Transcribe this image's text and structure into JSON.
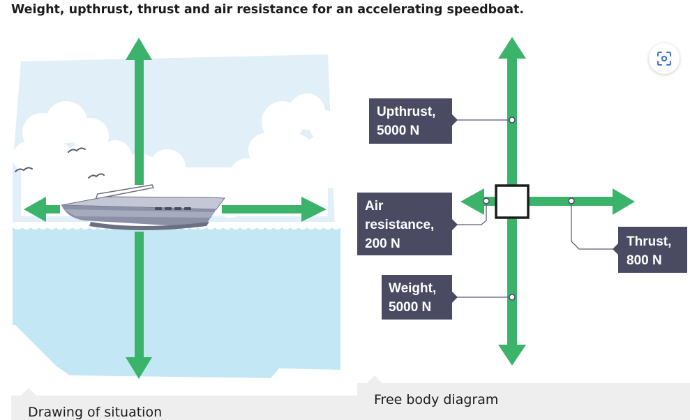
{
  "title": "Weight, upthrust, thrust and air resistance for an accelerating speedboat.",
  "left_caption": "Drawing of situation",
  "right_caption": "Free body diagram",
  "forces": {
    "upthrust": {
      "line1": "Upthrust,",
      "line2": "5000 N"
    },
    "air_resistance": {
      "line1": "Air",
      "line2": "resistance,",
      "line3": "200 N"
    },
    "weight": {
      "line1": "Weight,",
      "line2": "5000 N"
    },
    "thrust": {
      "line1": "Thrust,",
      "line2": "800 N"
    }
  },
  "colors": {
    "arrow": "#3cb36a",
    "label_bg": "#4a4a63",
    "sky": "#e1f0f8",
    "water": "#c3e7f4"
  },
  "zoom_button": {
    "icon": "zoom-lens-icon"
  }
}
